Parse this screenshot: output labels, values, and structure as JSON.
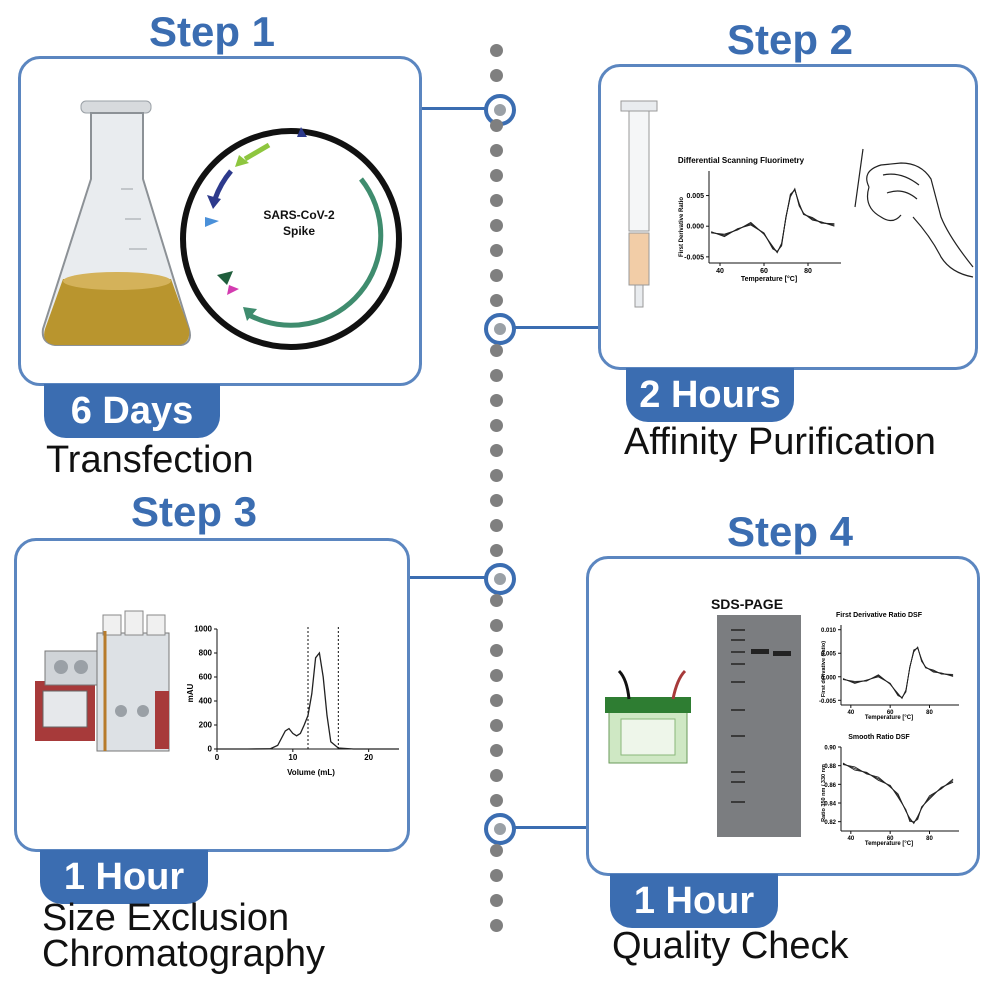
{
  "steps": [
    {
      "title": "Step 1",
      "duration": "6 Days",
      "label": "Transfection",
      "plasmid": {
        "line1": "SARS-CoV-2",
        "line2": "Spike"
      }
    },
    {
      "title": "Step 2",
      "duration": "2 Hours",
      "label": "Affinity Purification"
    },
    {
      "title": "Step 3",
      "duration": "1 Hour",
      "label_line1": "Size Exclusion",
      "label_line2": "Chromatography"
    },
    {
      "title": "Step 4",
      "duration": "1 Hour",
      "label": "Quality Check",
      "gel_title": "SDS-PAGE"
    }
  ],
  "dsf_step2": {
    "type": "line",
    "title": "Differential Scanning Fluorimetry",
    "xlabel": "Temperature [°C]",
    "ylabel": "First Derivative Ratio",
    "xticks": [
      "40",
      "60",
      "80"
    ],
    "yticks": [
      "0.005",
      "0.000",
      "-0.005"
    ],
    "xlim": [
      35,
      95
    ],
    "ylim": [
      -0.006,
      0.009
    ],
    "x": [
      36,
      42,
      48,
      54,
      60,
      64,
      66,
      68,
      70,
      72,
      74,
      76,
      78,
      82,
      86,
      92
    ],
    "y": [
      -0.001,
      -0.0015,
      -0.0005,
      0.0004,
      -0.0012,
      -0.0035,
      -0.0042,
      -0.003,
      0.0015,
      0.005,
      0.006,
      0.0035,
      0.002,
      0.0012,
      0.0006,
      0.0002
    ]
  },
  "chart_data": {
    "type": "line",
    "title": "",
    "xlabel": "Volume (mL)",
    "ylabel": "mAU",
    "xticks": [
      "0",
      "10",
      "20"
    ],
    "yticks": [
      "1000",
      "800",
      "600",
      "400",
      "200",
      "0"
    ],
    "xlim": [
      0,
      24
    ],
    "ylim": [
      0,
      1000
    ],
    "x": [
      0,
      4,
      7,
      8,
      9,
      9.5,
      10,
      10.5,
      11,
      11.5,
      12,
      12.5,
      13,
      13.5,
      14,
      14.5,
      15,
      16,
      18,
      24
    ],
    "y": [
      0,
      0,
      2,
      30,
      150,
      170,
      130,
      110,
      130,
      200,
      280,
      460,
      760,
      800,
      600,
      280,
      60,
      8,
      0,
      0
    ],
    "fraction_markers": [
      12,
      16
    ]
  },
  "dsf_first": {
    "title": "First Derivative Ratio DSF",
    "xlabel": "Temperature [°C]",
    "ylabel": "First derivative (ratio)",
    "xticks": [
      "40",
      "60",
      "80"
    ],
    "yticks": [
      "0.010",
      "0.005",
      "0.000",
      "-0.005"
    ],
    "xlim": [
      35,
      95
    ],
    "ylim": [
      -0.006,
      0.011
    ],
    "x": [
      36,
      42,
      48,
      54,
      60,
      64,
      66,
      68,
      70,
      72,
      74,
      76,
      78,
      82,
      86,
      92
    ],
    "y": [
      -0.0005,
      -0.0012,
      -0.0008,
      0.0002,
      -0.0015,
      -0.0038,
      -0.0045,
      -0.003,
      0.002,
      0.0055,
      0.0062,
      0.0035,
      0.002,
      0.0012,
      0.0007,
      0.0003
    ]
  },
  "dsf_smooth": {
    "title": "Smooth Ratio DSF",
    "xlabel": "Temperature [°C]",
    "ylabel": "Ratio 350 nm / 330 nm",
    "xticks": [
      "40",
      "60",
      "80"
    ],
    "yticks": [
      "0.90",
      "0.88",
      "0.86",
      "0.84",
      "0.82"
    ],
    "xlim": [
      35,
      95
    ],
    "ylim": [
      0.81,
      0.9
    ],
    "x": [
      36,
      42,
      48,
      54,
      60,
      64,
      68,
      70,
      72,
      74,
      76,
      80,
      86,
      92
    ],
    "y": [
      0.882,
      0.877,
      0.872,
      0.866,
      0.858,
      0.848,
      0.832,
      0.822,
      0.819,
      0.824,
      0.835,
      0.846,
      0.856,
      0.864
    ]
  }
}
